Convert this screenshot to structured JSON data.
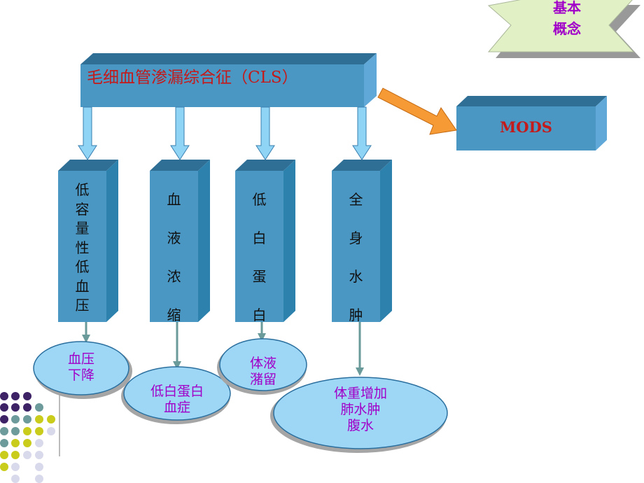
{
  "badge": {
    "line1": "基本",
    "line2": "概念"
  },
  "cls_box": {
    "label": "毛细血管渗漏综合征（CLS）"
  },
  "mods_box": {
    "label": "MODS"
  },
  "columns": [
    {
      "chars": [
        "低",
        "容",
        "量",
        "性",
        "低",
        "血",
        "压"
      ],
      "result": [
        "血压",
        "下降"
      ]
    },
    {
      "chars": [
        "血",
        "液",
        "浓",
        "缩"
      ],
      "result": [
        "低白蛋白",
        "血症"
      ]
    },
    {
      "chars": [
        "低",
        "白",
        "蛋",
        "白"
      ],
      "result": [
        "体液",
        "潴留"
      ]
    },
    {
      "chars": [
        "全",
        "身",
        "水",
        "肿"
      ],
      "result": [
        "体重增加",
        "肺水肿",
        "腹水"
      ]
    }
  ],
  "colors": {
    "box_front": "#4a97c4",
    "box_top": "#2f6f96",
    "box_side": "#2d81ad",
    "arrow_blue": "#8fd3f5",
    "arrow_orange": "#f59a35",
    "ellipse_fill": "#9ed6f5",
    "result_text": "#a000c8",
    "badge_fill": "#e2f0c6"
  }
}
